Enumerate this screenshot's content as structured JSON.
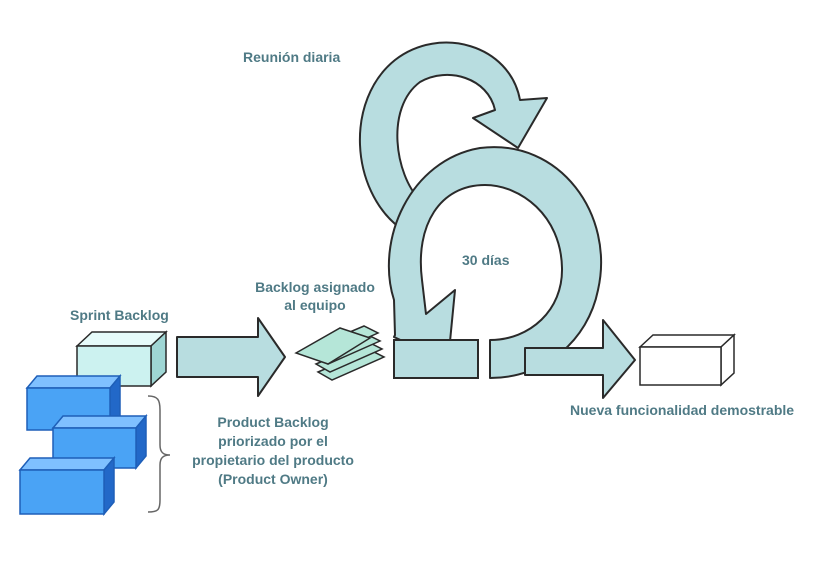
{
  "labels": {
    "daily_meeting": "Reunión diaria",
    "thirty_days": "30 días",
    "sprint_backlog": "Sprint Backlog",
    "assigned_backlog_line1": "Backlog asignado",
    "assigned_backlog_line2": "al equipo",
    "product_backlog_line1": "Product Backlog",
    "product_backlog_line2": "priorizado por el",
    "product_backlog_line3": "propietario del producto",
    "product_backlog_line4": "(Product Owner)",
    "new_functionality": "Nueva funcionalidad demostrable"
  },
  "colors": {
    "text": "#4f7a85",
    "cycle_fill": "#b8dde0",
    "sprint_box_fill": "#ccf2f0",
    "product_box_fill": "#4aa3f5",
    "product_box_side": "#2268c8",
    "stack_fill": "#b5e6d8",
    "outline": "#2a2a2a"
  }
}
